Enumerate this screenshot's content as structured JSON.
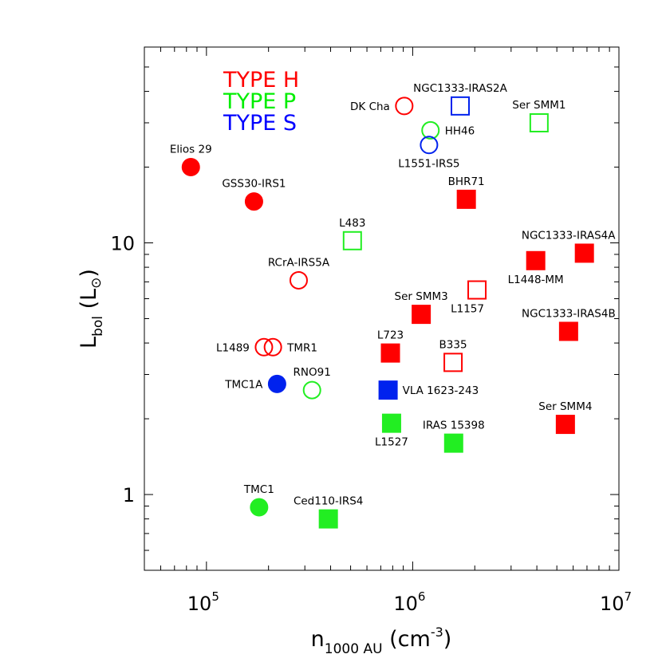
{
  "chart_data": {
    "type": "scatter",
    "xscale": "log",
    "yscale": "log",
    "xlim": [
      50000,
      10000000
    ],
    "ylim": [
      0.5,
      60
    ],
    "xticks": [
      {
        "value": 100000,
        "base": "10",
        "exp": "5"
      },
      {
        "value": 1000000,
        "base": "10",
        "exp": "6"
      },
      {
        "value": 10000000,
        "base": "10",
        "exp": "7"
      }
    ],
    "yticks": [
      {
        "value": 1,
        "label": "1"
      },
      {
        "value": 10,
        "label": "10"
      }
    ],
    "xlabel": {
      "main": "n",
      "sub": "1000 AU",
      "paren_open": " (cm",
      "sup": "-3",
      "paren_close": ")"
    },
    "ylabel": {
      "main": "L",
      "sub": "bol",
      "paren": " (L",
      "sub2": "⊙",
      "close": ")"
    },
    "grid": false,
    "legend": {
      "position": "top-left",
      "entries": [
        {
          "label": "TYPE H",
          "color": "#ff0000"
        },
        {
          "label": "TYPE P",
          "color": "#00ee00"
        },
        {
          "label": "TYPE S",
          "color": "#0000ff"
        }
      ]
    },
    "colors": {
      "H": "#ff0000",
      "P": "#22ee22",
      "S": "#0022ee"
    },
    "points": [
      {
        "name": "Elios 29",
        "x": 84000,
        "y": 20,
        "type": "H",
        "shape": "circle",
        "filled": true,
        "label_pos": "above"
      },
      {
        "name": "GSS30-IRS1",
        "x": 170000,
        "y": 14.6,
        "type": "H",
        "shape": "circle",
        "filled": true,
        "label_pos": "above"
      },
      {
        "name": "RCrA-IRS5A",
        "x": 280000,
        "y": 7.1,
        "type": "H",
        "shape": "circle",
        "filled": false,
        "label_pos": "above"
      },
      {
        "name": "L1489",
        "x": 190000,
        "y": 3.85,
        "type": "H",
        "shape": "circle",
        "filled": false,
        "label_pos": "left"
      },
      {
        "name": "TMR1",
        "x": 210000,
        "y": 3.85,
        "type": "H",
        "shape": "circle",
        "filled": false,
        "label_pos": "right"
      },
      {
        "name": "TMC1A",
        "x": 220000,
        "y": 2.75,
        "type": "S",
        "shape": "circle",
        "filled": true,
        "label_pos": "left"
      },
      {
        "name": "RNO91",
        "x": 325000,
        "y": 2.6,
        "type": "P",
        "shape": "circle",
        "filled": false,
        "label_pos": "above"
      },
      {
        "name": "TMC1",
        "x": 180000,
        "y": 0.89,
        "type": "P",
        "shape": "circle",
        "filled": true,
        "label_pos": "above"
      },
      {
        "name": "Ced110-IRS4",
        "x": 390000,
        "y": 0.8,
        "type": "P",
        "shape": "square",
        "filled": true,
        "label_pos": "above"
      },
      {
        "name": "L483",
        "x": 510000,
        "y": 10.2,
        "type": "P",
        "shape": "square",
        "filled": false,
        "label_pos": "above"
      },
      {
        "name": "DK Cha",
        "x": 910000,
        "y": 35,
        "type": "H",
        "shape": "circle",
        "filled": false,
        "label_pos": "left"
      },
      {
        "name": "NGC1333-IRAS2A",
        "x": 1700000,
        "y": 35,
        "type": "S",
        "shape": "square",
        "filled": false,
        "label_pos": "above"
      },
      {
        "name": "HH46",
        "x": 1220000,
        "y": 28,
        "type": "P",
        "shape": "circle",
        "filled": false,
        "label_pos": "right"
      },
      {
        "name": "L1551-IRS5",
        "x": 1200000,
        "y": 24.5,
        "type": "S",
        "shape": "circle",
        "filled": false,
        "label_pos": "below"
      },
      {
        "name": "Ser SMM1",
        "x": 4100000,
        "y": 30,
        "type": "P",
        "shape": "square",
        "filled": false,
        "label_pos": "above"
      },
      {
        "name": "BHR71",
        "x": 1820000,
        "y": 14.9,
        "type": "H",
        "shape": "square",
        "filled": true,
        "label_pos": "above"
      },
      {
        "name": "NGC1333-IRAS4A",
        "x": 6800000,
        "y": 9.1,
        "type": "H",
        "shape": "square",
        "filled": true,
        "label_pos": "above-left"
      },
      {
        "name": "L1448-MM",
        "x": 3950000,
        "y": 8.5,
        "type": "H",
        "shape": "square",
        "filled": true,
        "label_pos": "below"
      },
      {
        "name": "L1157",
        "x": 2050000,
        "y": 6.5,
        "type": "H",
        "shape": "square",
        "filled": false,
        "label_pos": "below-left"
      },
      {
        "name": "Ser SMM3",
        "x": 1100000,
        "y": 5.2,
        "type": "H",
        "shape": "square",
        "filled": true,
        "label_pos": "above"
      },
      {
        "name": "NGC1333-IRAS4B",
        "x": 5700000,
        "y": 4.45,
        "type": "H",
        "shape": "square",
        "filled": true,
        "label_pos": "above"
      },
      {
        "name": "L723",
        "x": 780000,
        "y": 3.65,
        "type": "H",
        "shape": "square",
        "filled": true,
        "label_pos": "above"
      },
      {
        "name": "B335",
        "x": 1570000,
        "y": 3.35,
        "type": "H",
        "shape": "square",
        "filled": false,
        "label_pos": "above"
      },
      {
        "name": "VLA 1623-243",
        "x": 760000,
        "y": 2.6,
        "type": "S",
        "shape": "square",
        "filled": true,
        "label_pos": "right"
      },
      {
        "name": "L1527",
        "x": 790000,
        "y": 1.92,
        "type": "P",
        "shape": "square",
        "filled": true,
        "label_pos": "below"
      },
      {
        "name": "IRAS 15398",
        "x": 1580000,
        "y": 1.6,
        "type": "P",
        "shape": "square",
        "filled": true,
        "label_pos": "above"
      },
      {
        "name": "Ser SMM4",
        "x": 5500000,
        "y": 1.9,
        "type": "H",
        "shape": "square",
        "filled": true,
        "label_pos": "above"
      }
    ]
  }
}
